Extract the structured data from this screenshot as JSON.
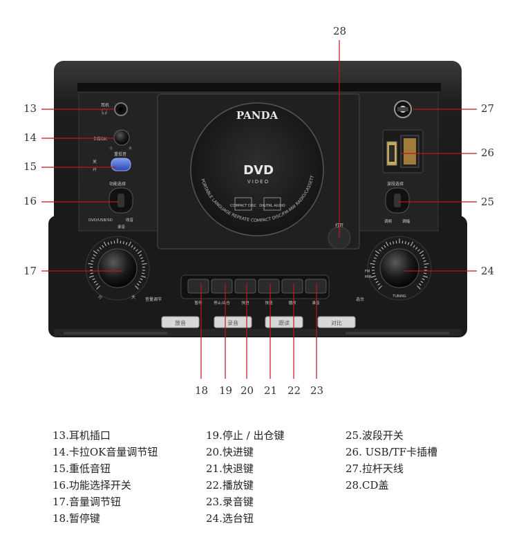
{
  "device": {
    "brand": "PANDA",
    "disc_logo_main": "DVD",
    "disc_logo_sub": "VIDEO",
    "disc_ring_text": "PORTABLE LANGUAGE REPEATE COMPACT DISC/FM-MW RADIO/CASSETTE RECORDER",
    "compact_disc_label": "COMPACT DISC",
    "compact_disc_sub": "DIGITAL AUDIO",
    "open_label": "打开",
    "headphone_label": "耳机",
    "karaoke_label": "卡拉OK",
    "karaoke_min": "小",
    "karaoke_max": "大",
    "bass_label": "重低音",
    "bass_off": "关",
    "bass_on": "开",
    "function_label": "功能选择",
    "function_modes": "DVD/USB/SD",
    "function_tape": "录音",
    "function_radio": "收音",
    "volume_label": "音量调节",
    "volume_min": "小",
    "volume_max": "大",
    "band_label": "波段选择",
    "band_fm": "调频",
    "band_am": "调幅",
    "tuning_label": "TUNING",
    "tuning_cn": "选台",
    "fm_label": "FM",
    "mw_label": "MW",
    "tape_buttons": [
      "暂停",
      "停止/出仓",
      "快进",
      "快退",
      "播放",
      "录音"
    ],
    "cassette_labels": [
      "放音",
      "录音",
      "跟读",
      "对比"
    ]
  },
  "callouts": {
    "c13": "13",
    "c14": "14",
    "c15": "15",
    "c16": "16",
    "c17": "17",
    "c18": "18",
    "c19": "19",
    "c20": "20",
    "c21": "21",
    "c22": "22",
    "c23": "23",
    "c24": "24",
    "c25": "25",
    "c26": "26",
    "c27": "27",
    "c28": "28"
  },
  "legend": {
    "col1": [
      "13.耳机插口",
      "14.卡拉OK音量调节钮",
      "15.重低音钮",
      "16.功能选择开关",
      "17.音量调节钮",
      "18.暂停键"
    ],
    "col2": [
      "19.停止 / 出仓键",
      "20.快进键",
      "21.快退键",
      "22.播放键",
      "23.录音键",
      "24.选台钮"
    ],
    "col3": [
      "25.波段开关",
      "26.  USB/TF卡插槽",
      "27.拉杆天线",
      "28.CD盖"
    ]
  },
  "colors": {
    "leader": "#c0141c",
    "body": "#1c1c1c",
    "panel": "#2a2a2a",
    "bass_knob": "#3a5fc8"
  }
}
